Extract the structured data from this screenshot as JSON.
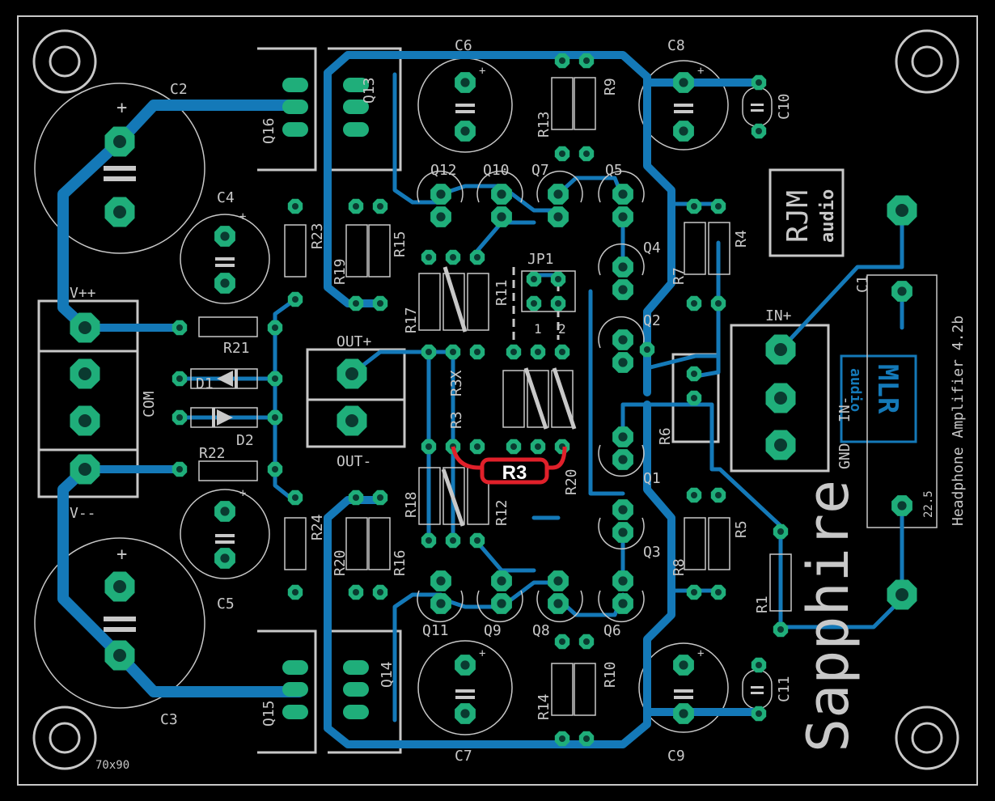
{
  "board": {
    "title": "Sapphire",
    "subtitle": "Headphone Amplifier 4.2b",
    "size_label": "70x90",
    "logo_top": "RJM",
    "logo_bottom": "audio",
    "mlr_logo": "MLR",
    "mlr_logo_sub": "audio",
    "highlight_label": "R3",
    "colors": {
      "board": "#000000",
      "trace": "#1479b8",
      "pad": "#1fae7a",
      "silkscreen": "#c8c8c8",
      "highlight": "#e0202a"
    }
  },
  "labels": {
    "c2": "C2",
    "c4": "C4",
    "c5": "C5",
    "c3": "C3",
    "c6": "C6",
    "c7": "C7",
    "c8": "C8",
    "c9": "C9",
    "c10": "C10",
    "c11": "C11",
    "c1": "C1",
    "q16": "Q16",
    "q13": "Q13",
    "q14": "Q14",
    "q15": "Q15",
    "q12": "Q12",
    "q10": "Q10",
    "q7": "Q7",
    "q5": "Q5",
    "q4": "Q4",
    "q2": "Q2",
    "q1": "Q1",
    "q3": "Q3",
    "q11": "Q11",
    "q9": "Q9",
    "q8": "Q8",
    "q6": "Q6",
    "r23": "R23",
    "r19": "R19",
    "r15": "R15",
    "r13": "R13",
    "r9": "R9",
    "r17": "R17",
    "r11": "R11",
    "r7": "R7",
    "r4": "R4",
    "r21": "R21",
    "r22": "R22",
    "r3x": "R3X",
    "r3": "R3",
    "r6": "R6",
    "r18": "R18",
    "r12": "R12",
    "r20": "R20",
    "r24": "R24",
    "r16": "R16",
    "r8": "R8",
    "r5": "R5",
    "r14": "R14",
    "r10": "R10",
    "r1": "R1",
    "d1": "D1",
    "d2": "D2",
    "jp1": "JP1",
    "jp_1": "1",
    "jp_2": "2",
    "vpp": "V++",
    "vmm": "V--",
    "com": "COM",
    "out_plus": "OUT+",
    "out_minus": "OUT-",
    "in_plus": "IN+",
    "in_minus": "IN-",
    "gnd": "GND",
    "dim_225": "22.5",
    "plus": "+"
  }
}
